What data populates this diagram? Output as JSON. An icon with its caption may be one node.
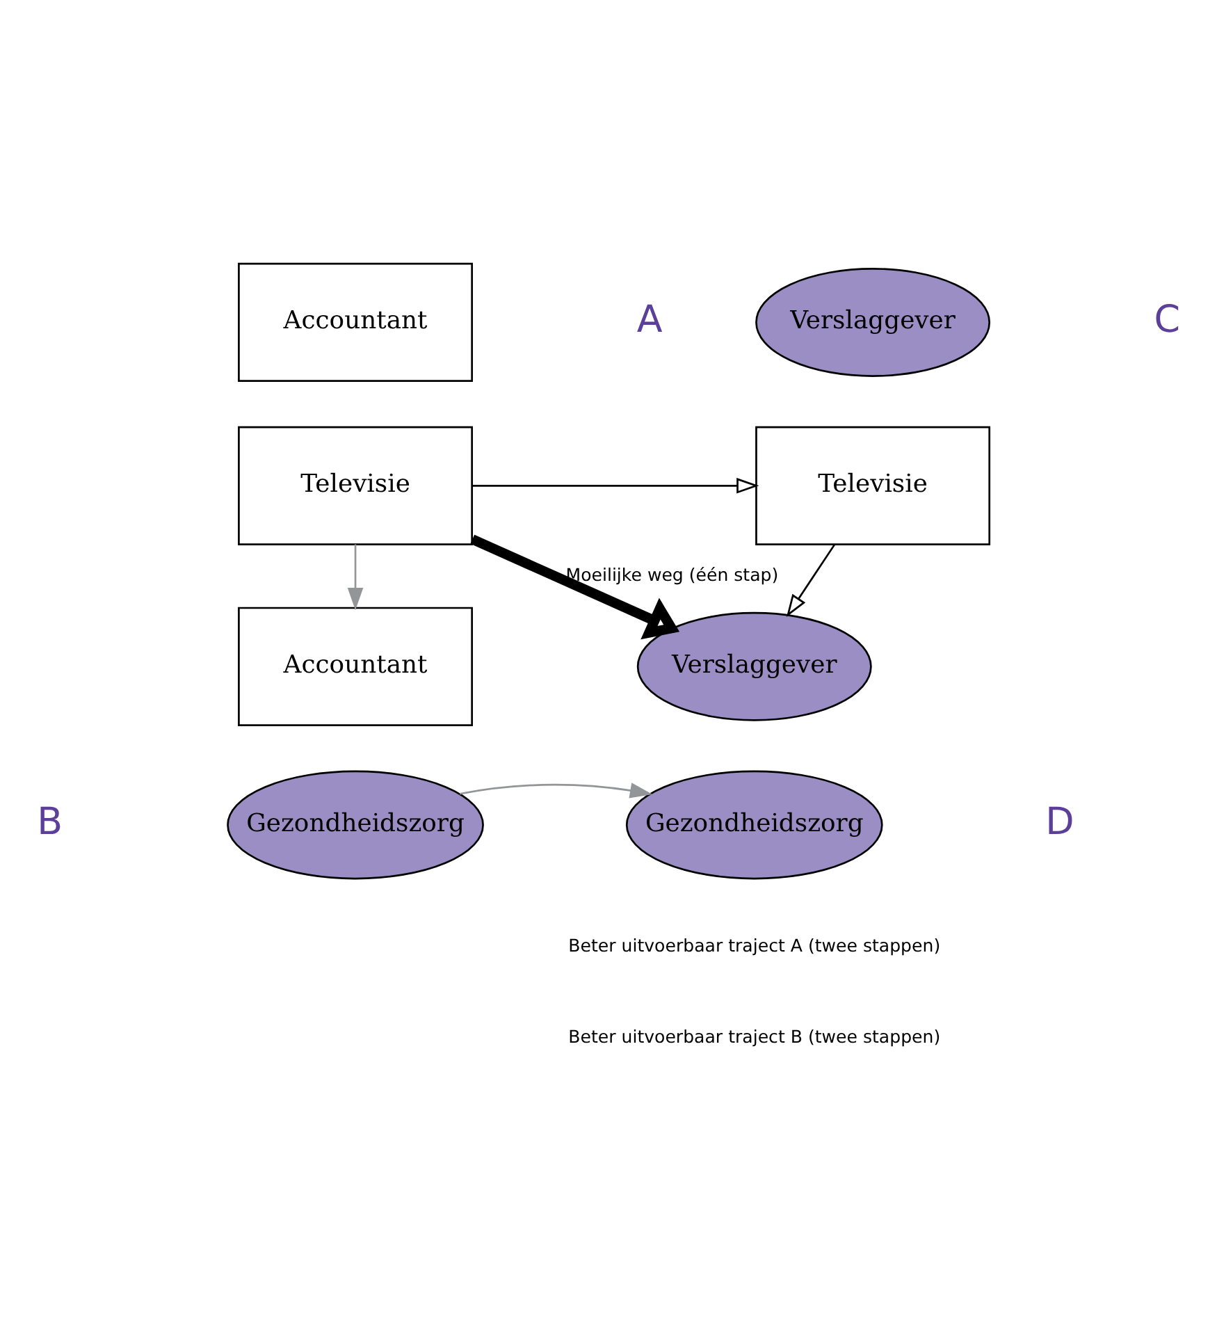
{
  "diagram": {
    "nodes": [
      {
        "text": [
          "Accountant"
        ]
      },
      {
        "text": [
          "Televisie"
        ]
      },
      {
        "text": [
          "Verslaggever"
        ]
      },
      {
        "text": [
          "Televisie"
        ]
      },
      {
        "text": [
          "Accountant"
        ]
      },
      {
        "text": [
          "Gezondheidszorg"
        ]
      },
      {
        "text": [
          "Verslaggever"
        ]
      },
      {
        "text": [
          "Gezondheidszorg"
        ]
      }
    ],
    "edges": [
      {
        "from": 1,
        "to": 3,
        "arrow": "to"
      },
      {
        "from": 3,
        "to": 6,
        "arrow": "to"
      },
      {
        "from": 1,
        "to": 4,
        "arrow": "to",
        "color": "#939598"
      },
      {
        "from": 5,
        "to": 7,
        "arrow": "to",
        "color": "#939598"
      },
      {
        "from": 1,
        "to": 6,
        "arrow": "to",
        "label": "Moeilijke weg (één stap)",
        "style": "thick"
      }
    ],
    "labels": [
      "A",
      "C",
      "B",
      "D"
    ],
    "legend": [
      {
        "text": "Beter uitvoerbaar traject A (twee stappen)"
      },
      {
        "text": "Beter uitvoerbaar traject B (twee stappen)"
      }
    ]
  }
}
